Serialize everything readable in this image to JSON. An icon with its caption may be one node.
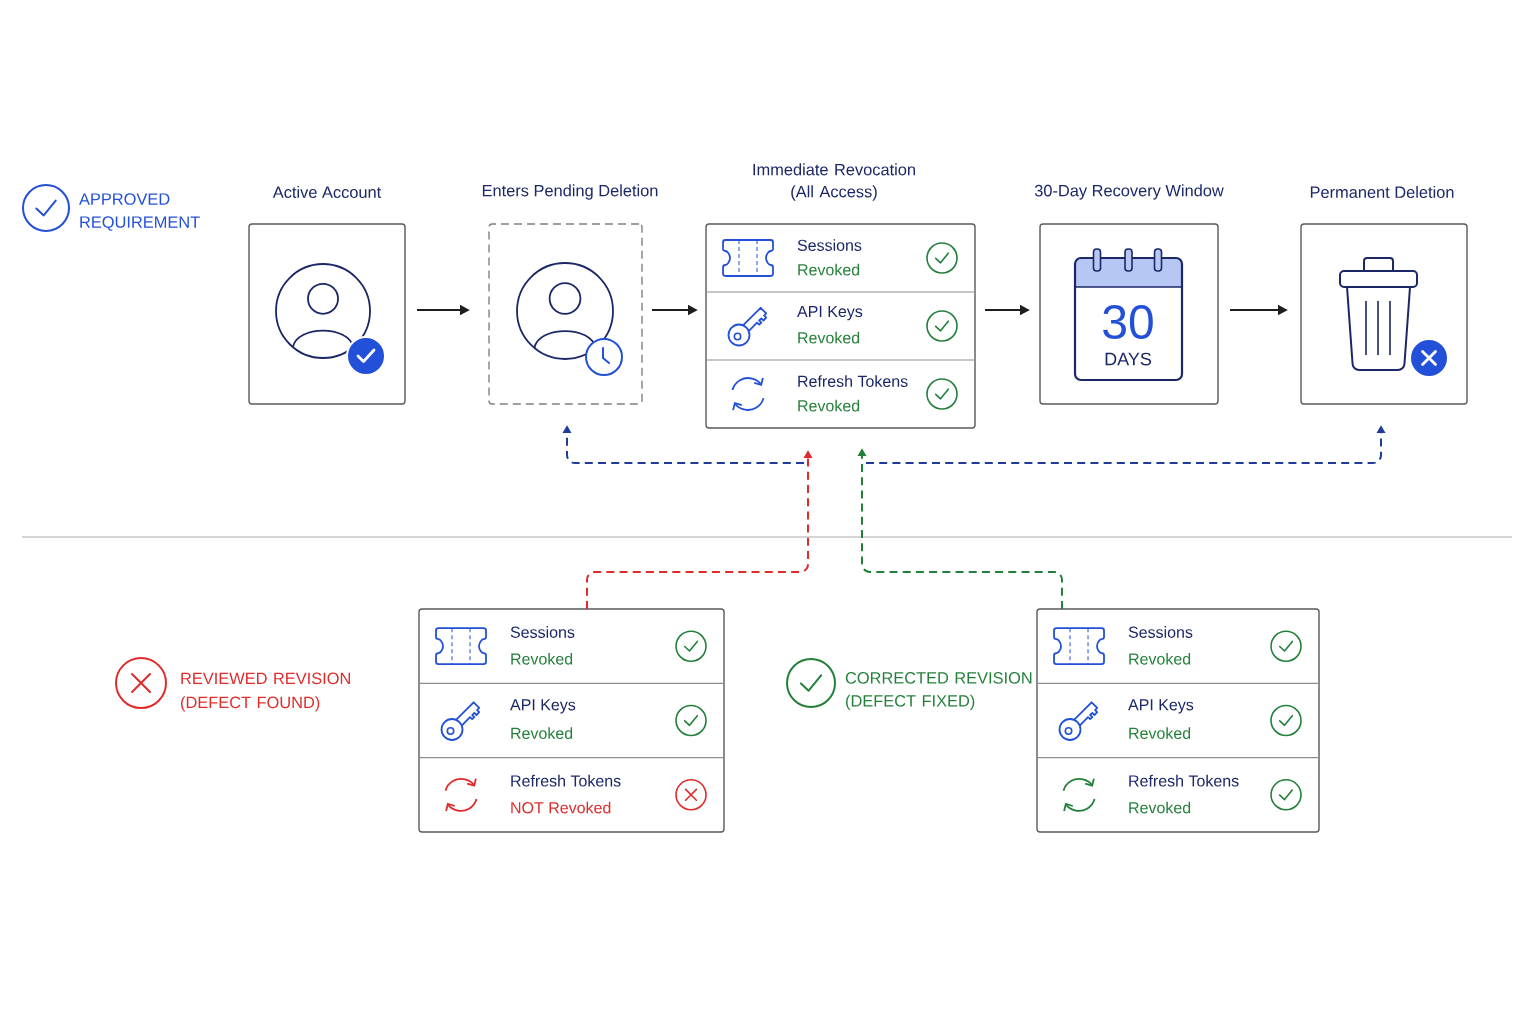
{
  "diagram": {
    "nodes": [
      {
        "text": [
          "Active Account"
        ]
      },
      {
        "text": [
          "Enters Pending Deletion"
        ]
      },
      {
        "text": [
          "Immediate Revocation (All Access)"
        ]
      },
      {
        "text": [
          "Sessions",
          "Revoked"
        ],
        "in": 2
      },
      {
        "text": [
          "API Keys",
          "Revoked"
        ],
        "in": 2
      },
      {
        "text": [
          "Refresh Tokens",
          "Revoked"
        ],
        "in": 2
      },
      {
        "text": [
          "30-Day Recovery Window",
          "30",
          "DAYS"
        ]
      },
      {
        "text": [
          "Permanent Deletion"
        ]
      },
      {
        "text": [],
        "shape": "box"
      },
      {
        "text": [
          "Sessions",
          "Revoked"
        ],
        "in": 8
      },
      {
        "text": [
          "API Keys",
          "Revoked"
        ],
        "in": 8
      },
      {
        "text": [
          "Refresh Tokens",
          "NOT Revoked"
        ],
        "in": 8
      },
      {
        "text": [],
        "shape": "box"
      },
      {
        "text": [
          "Sessions",
          "Revoked"
        ],
        "in": 12
      },
      {
        "text": [
          "API Keys",
          "Revoked"
        ],
        "in": 12
      },
      {
        "text": [
          "Refresh Tokens",
          "Revoked"
        ],
        "in": 12
      }
    ],
    "edges": [
      {
        "from": 0,
        "to": 1,
        "arrow": "to"
      },
      {
        "from": 1,
        "to": 2,
        "arrow": "to"
      },
      {
        "from": 2,
        "to": 6,
        "arrow": "to"
      },
      {
        "from": 6,
        "to": 7,
        "arrow": "to"
      },
      {
        "from": 8,
        "to": 2,
        "arrow": "to",
        "style": "dashed",
        "color": "#e02b2b"
      },
      {
        "from": 12,
        "to": 2,
        "arrow": "to",
        "style": "dashed",
        "color": "#23803a"
      },
      {
        "from": null,
        "to": 1,
        "arrow": "to",
        "style": "dashed",
        "color": "#1f3c9c"
      },
      {
        "from": null,
        "to": 7,
        "arrow": "to",
        "style": "dashed",
        "color": "#1f3c9c"
      }
    ],
    "labels": [
      "APPROVED REQUIREMENT",
      "REVIEWED REVISION (DEFECT FOUND)",
      "CORRECTED REVISION (DEFECT FIXED)"
    ]
  }
}
